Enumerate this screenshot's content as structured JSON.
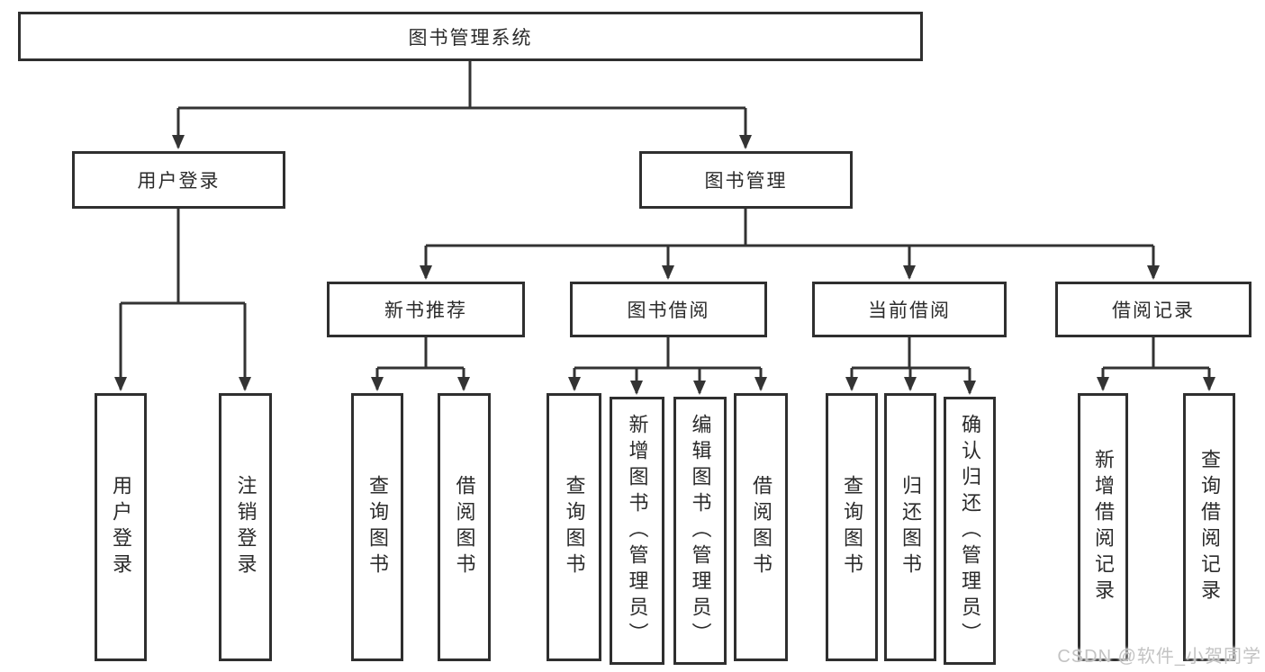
{
  "nodes": {
    "root": {
      "label": "图书管理系统"
    },
    "level2": [
      {
        "id": "user-login",
        "label": "用户登录"
      },
      {
        "id": "book-management",
        "label": "图书管理"
      }
    ],
    "level3": [
      {
        "id": "new-book-recommendation",
        "label": "新书推荐",
        "parent": "图书管理"
      },
      {
        "id": "book-borrowing",
        "label": "图书借阅",
        "parent": "图书管理"
      },
      {
        "id": "current-borrowing",
        "label": "当前借阅",
        "parent": "图书管理"
      },
      {
        "id": "borrowing-records",
        "label": "借阅记录",
        "parent": "图书管理"
      }
    ],
    "leaves": [
      {
        "label": "用户登录",
        "parent": "用户登录"
      },
      {
        "label": "注销登录",
        "parent": "用户登录"
      },
      {
        "label": "查询图书",
        "parent": "新书推荐"
      },
      {
        "label": "借阅图书",
        "parent": "新书推荐"
      },
      {
        "label": "查询图书",
        "parent": "图书借阅"
      },
      {
        "label": "新增图书（管理员）",
        "parent": "图书借阅"
      },
      {
        "label": "编辑图书（管理员）",
        "parent": "图书借阅"
      },
      {
        "label": "借阅图书",
        "parent": "图书借阅"
      },
      {
        "label": "查询图书",
        "parent": "当前借阅"
      },
      {
        "label": "归还图书",
        "parent": "当前借阅"
      },
      {
        "label": "确认归还（管理员）",
        "parent": "当前借阅"
      },
      {
        "label": "新增借阅记录",
        "parent": "借阅记录"
      },
      {
        "label": "查询借阅记录",
        "parent": "借阅记录"
      }
    ]
  },
  "watermark": {
    "text": "CSDN @软件_小贺同学",
    "color": "#c3c3c3"
  },
  "colors": {
    "line": "#333333",
    "box_border": "#2f2f2f",
    "text": "#2b2b2b",
    "background": "#ffffff"
  }
}
